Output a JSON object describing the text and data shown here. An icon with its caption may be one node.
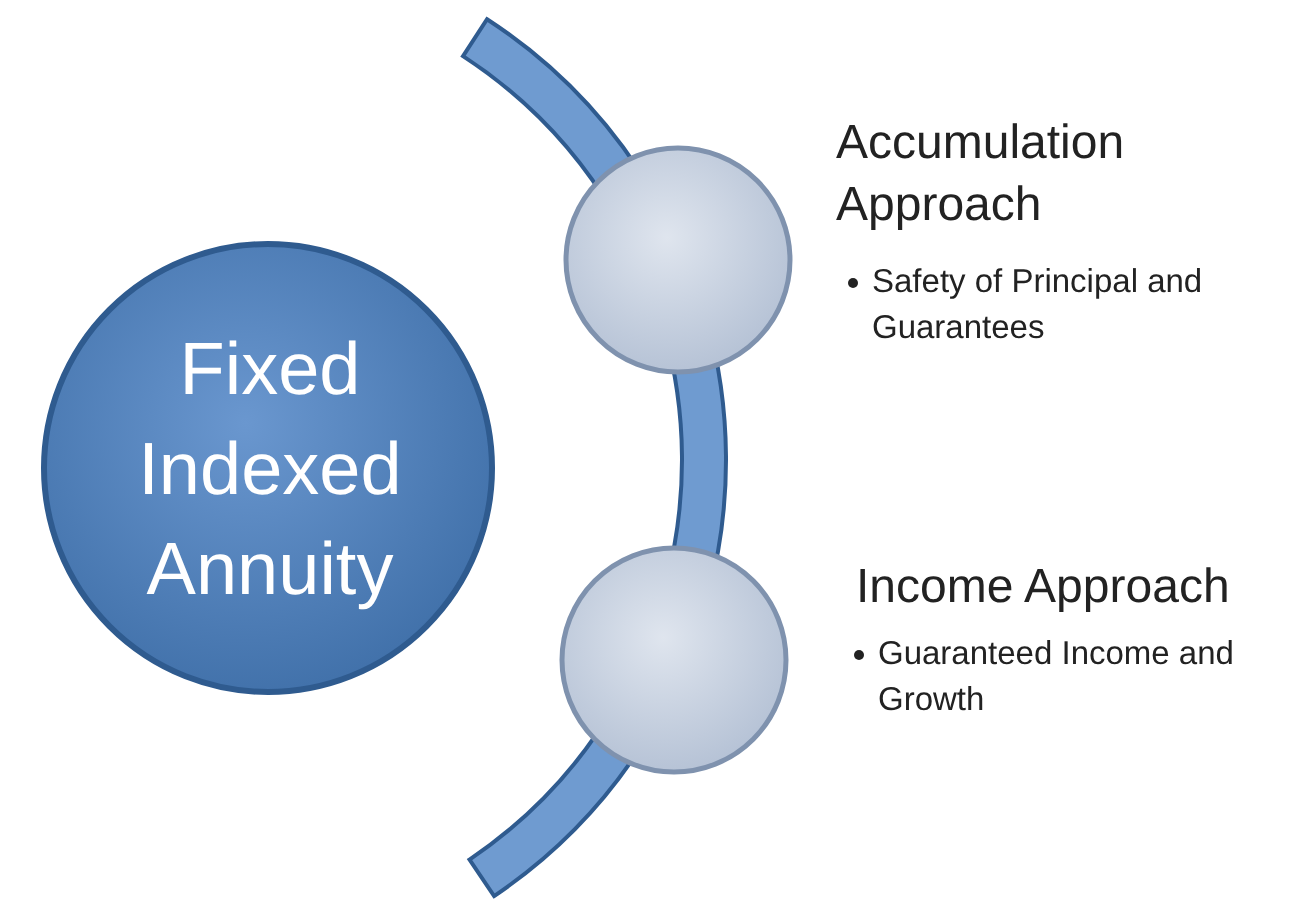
{
  "diagram": {
    "nodes": [
      {
        "text": [
          "Fixed Indexed Annuity"
        ]
      },
      {
        "text": [
          "Accumulation Approach",
          "Safety of Principal and Guarantees"
        ]
      },
      {
        "text": [
          "Income Approach",
          "Guaranteed Income and Growth"
        ]
      },
      {
        "text": [],
        "shape": "band"
      }
    ]
  }
}
